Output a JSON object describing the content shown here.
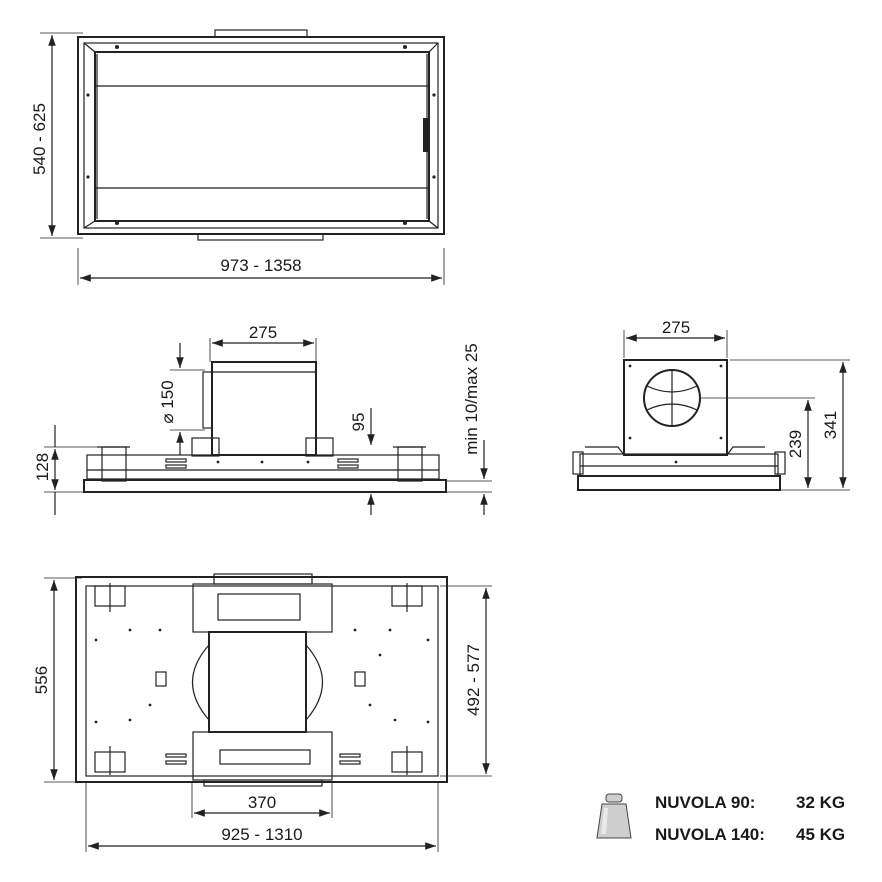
{
  "dimensions": {
    "top_height": "540 - 625",
    "top_width": "973 - 1358",
    "front_width": "275",
    "front_diameter": "150",
    "front_left_height": "128",
    "front_95": "95",
    "front_gap": "min 10/max 25",
    "side_width": "275",
    "side_239": "239",
    "side_341": "341",
    "bottom_height": "556",
    "bottom_inner_height": "492 - 577",
    "bottom_370": "370",
    "bottom_width": "925 - 1310"
  },
  "diameter_symbol": "⌀",
  "weights": {
    "icon": "weight-icon",
    "rows": [
      {
        "model": "NUVOLA 90:",
        "value": "32 KG"
      },
      {
        "model": "NUVOLA 140:",
        "value": "45 KG"
      }
    ]
  }
}
